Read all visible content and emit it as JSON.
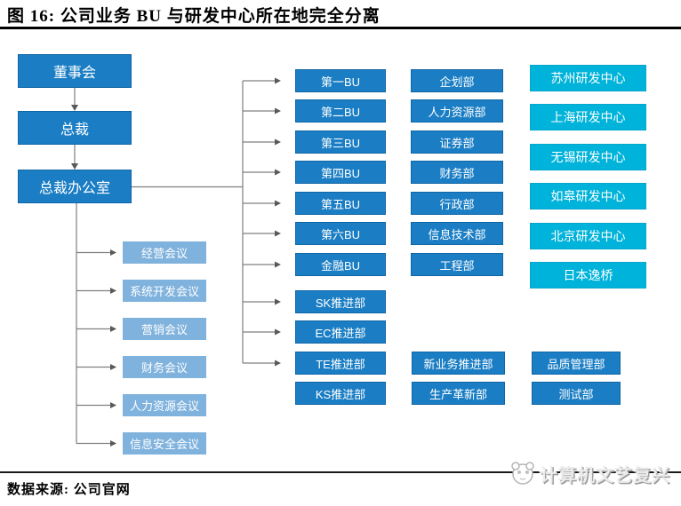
{
  "title": "图 16: 公司业务 BU 与研发中心所在地完全分离",
  "colors": {
    "primary": "#1b7ec4",
    "primary_border": "#1066a6",
    "light_blue": "#7fb2dd",
    "cyan": "#00b3da",
    "cyan_border": "#0aa6cb",
    "line_gray": "#7f7f7f",
    "arrowhead_gray": "#595959"
  },
  "org": {
    "leadership": [
      "董事会",
      "总裁",
      "总裁办公室"
    ],
    "meetings": [
      "经营会议",
      "系统开发会议",
      "营销会议",
      "财务会议",
      "人力资源会议",
      "信息安全会议"
    ],
    "business_units": [
      "第一BU",
      "第二BU",
      "第三BU",
      "第四BU",
      "第五BU",
      "第六BU",
      "金融BU",
      "SK推进部",
      "EC推进部",
      "TE推进部",
      "KS推进部"
    ],
    "departments": [
      "企划部",
      "人力资源部",
      "证券部",
      "财务部",
      "行政部",
      "信息技术部",
      "工程部"
    ],
    "extra_departments": [
      "新业务推进部",
      "生产革新部"
    ],
    "rd_centers": [
      "苏州研发中心",
      "上海研发中心",
      "无锡研发中心",
      "如皋研发中心",
      "北京研发中心",
      "日本逸桥"
    ],
    "qa_departments": [
      "品质管理部",
      "测试部"
    ]
  },
  "footer": {
    "source": "数据来源: 公司官网",
    "watermark": "计算机文艺复兴"
  }
}
